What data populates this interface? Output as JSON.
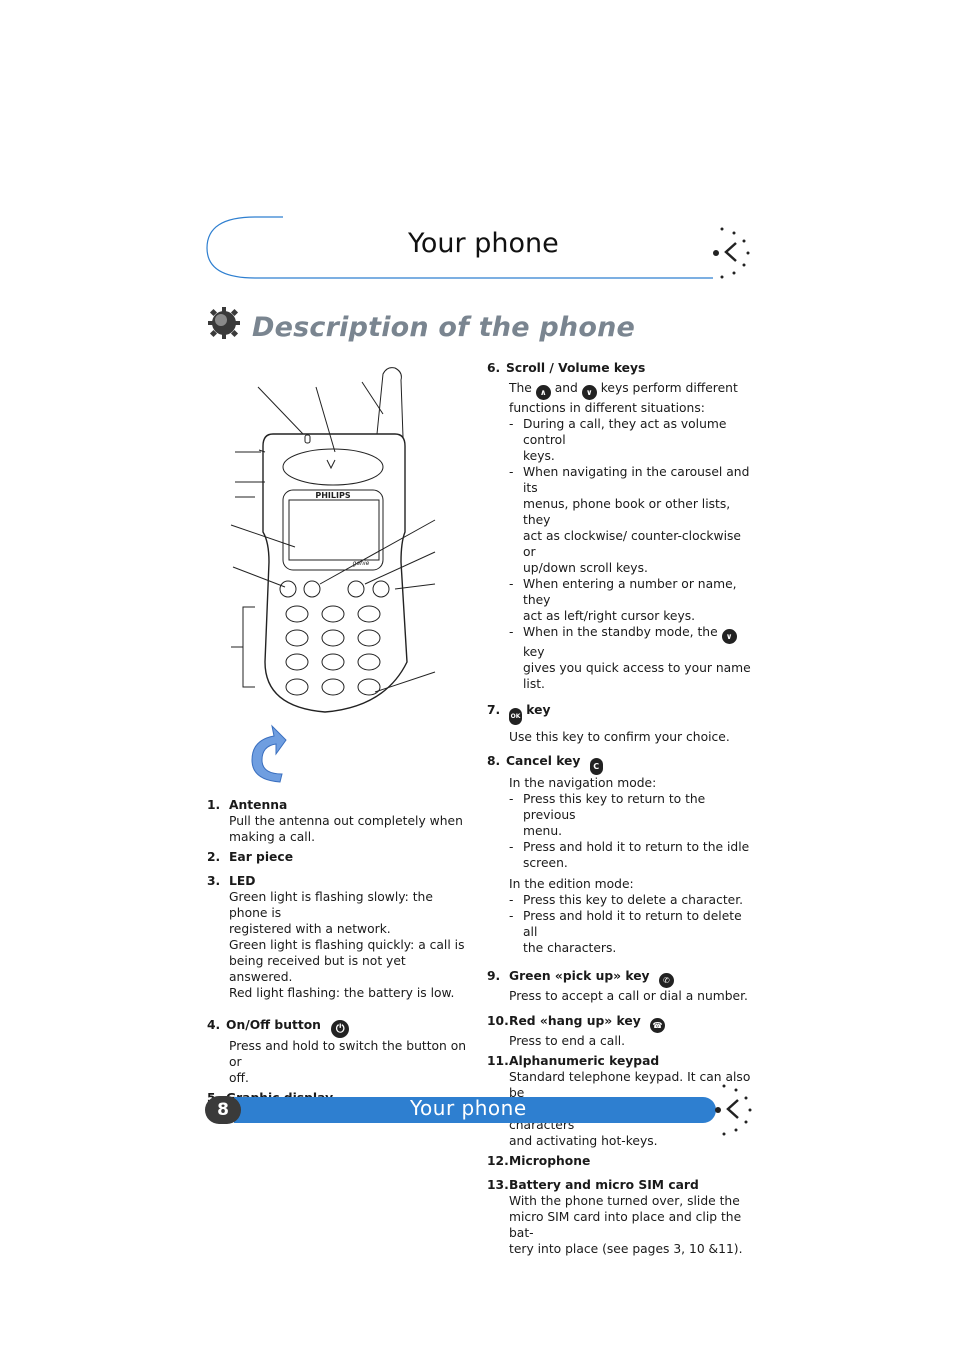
{
  "header": {
    "title": "Your phone"
  },
  "section": {
    "title": "Description of the phone"
  },
  "figure": {
    "brand": "PHILIPS",
    "model": "genie"
  },
  "left_items": [
    {
      "num": "1.",
      "title": "Antenna",
      "body": [
        "Pull the antenna out completely when",
        "making a call."
      ]
    },
    {
      "num": "2.",
      "title": "Ear piece",
      "body": []
    },
    {
      "num": "3.",
      "title": "LED",
      "body": [
        "Green light is flashing slowly: the phone is",
        "registered with a network.",
        "Green light is flashing quickly: a call is",
        "being received but is not yet answered.",
        "Red light flashing: the battery is low."
      ]
    },
    {
      "num": "4.",
      "title": "On/Off button",
      "body": [
        "Press and hold to switch the button on or",
        "off."
      ]
    },
    {
      "num": "5.",
      "title": "Graphic display",
      "body": []
    }
  ],
  "item6": {
    "num": "6.",
    "title": "Scroll / Volume keys",
    "intro_a": "The",
    "intro_b": "and",
    "intro_c": "keys perform different",
    "intro_d": "functions in different situations:",
    "bullets": [
      [
        "During a call, they act as volume control",
        "keys."
      ],
      [
        "When navigating in the carousel and its",
        "menus, phone book or other lists, they",
        "act as clockwise/ counter-clockwise or",
        "up/down scroll keys."
      ],
      [
        "When entering a number or name, they",
        "act as left/right cursor keys."
      ]
    ],
    "standby_a": "When in the standby mode, the",
    "standby_b": "key",
    "standby_c": [
      "gives you quick access to your name",
      "list."
    ]
  },
  "item7": {
    "num": "7.",
    "title": "key",
    "icon": "OK",
    "body": "Use this key to confirm your choice."
  },
  "item8": {
    "num": "8.",
    "title": "Cancel key",
    "icon": "C",
    "nav_label": "In the navigation mode:",
    "nav_bullets": [
      [
        "Press this key to return to the previous",
        "menu."
      ],
      [
        "Press and hold it to return to the idle",
        "screen."
      ]
    ],
    "edit_label": "In the edition mode:",
    "edit_bullets": [
      [
        "Press this key to delete a character."
      ],
      [
        "Press and hold it to return to delete all",
        "the characters."
      ]
    ]
  },
  "item9": {
    "num": "9.",
    "title": "Green «pick up» key",
    "body": "Press to accept a call or dial a number."
  },
  "item10": {
    "num": "10.",
    "title": "Red «hang up» key",
    "body": "Press to end a call."
  },
  "item11": {
    "num": "11.",
    "title": "Alphanumeric keypad",
    "body": [
      "Standard telephone keypad.  It can also be",
      "used for entering alphabetic characters",
      "and activating hot-keys."
    ]
  },
  "item12": {
    "num": "12.",
    "title": "Microphone"
  },
  "item13": {
    "num": "13.",
    "title": "Battery and micro SIM card",
    "body": [
      "With the phone turned over, slide the",
      "micro SIM card into place and clip the bat-",
      "tery into place (see pages 3, 10 &11)."
    ]
  },
  "footer": {
    "page_number": "8",
    "title": "Your phone"
  },
  "colors": {
    "accent_blue": "#2e7fd0",
    "section_grey": "#7a8590",
    "arrow_blue": "#6f9ee0"
  },
  "icons": {
    "header_deco": "sparkle-icon",
    "section_icon": "gear-icon"
  }
}
